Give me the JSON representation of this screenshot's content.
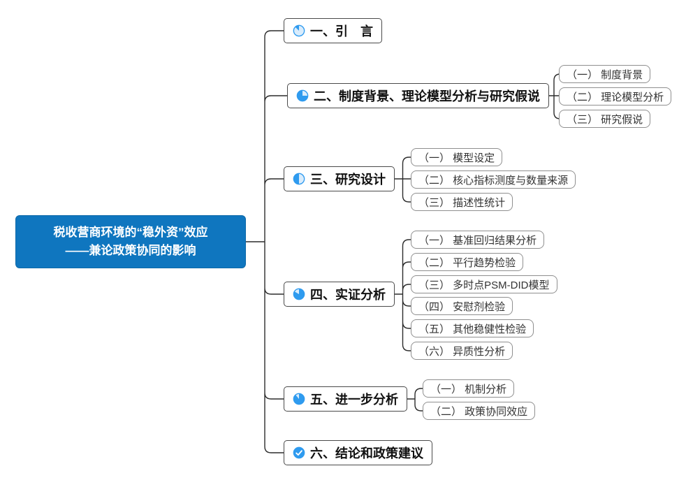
{
  "colors": {
    "root_bg": "#0F76BF",
    "root_text": "#FFFFFF",
    "icon_blue": "#2F9BEF",
    "icon_light": "#D9ECFC",
    "connector_line": "#2B2B2B",
    "branch_border": "#4A4A4A",
    "child_border": "#8F8F8F"
  },
  "root": {
    "line1": "税收营商环境的“稳外资”效应",
    "line2": "——兼论政策协同的影响"
  },
  "branches": [
    {
      "label": "一、引　言",
      "icon": "progress-eighth-icon",
      "children": []
    },
    {
      "label": "二、制度背景、理论模型分析与研究假说",
      "icon": "progress-three-quarters-icon",
      "children": [
        {
          "label": "（一） 制度背景"
        },
        {
          "label": "（二） 理论模型分析"
        },
        {
          "label": "（三） 研究假说"
        }
      ]
    },
    {
      "label": "三、研究设计",
      "icon": "progress-half-icon",
      "children": [
        {
          "label": "（一） 模型设定"
        },
        {
          "label": "（二） 核心指标测度与数量来源"
        },
        {
          "label": "（三） 描述性统计"
        }
      ]
    },
    {
      "label": "四、实证分析",
      "icon": "progress-five-sixths-icon",
      "children": [
        {
          "label": "（一） 基准回归结果分析"
        },
        {
          "label": "（二） 平行趋势检验"
        },
        {
          "label": "（三） 多时点PSM-DID模型"
        },
        {
          "label": "（四） 安慰剂检验"
        },
        {
          "label": "（五） 其他稳健性检验"
        },
        {
          "label": "（六） 异质性分析"
        }
      ]
    },
    {
      "label": "五、进一步分析",
      "icon": "progress-eight-ninths-icon",
      "children": [
        {
          "label": "（一） 机制分析"
        },
        {
          "label": "（二） 政策协同效应"
        }
      ]
    },
    {
      "label": "六、结论和政策建议",
      "icon": "progress-done-icon",
      "children": []
    }
  ]
}
